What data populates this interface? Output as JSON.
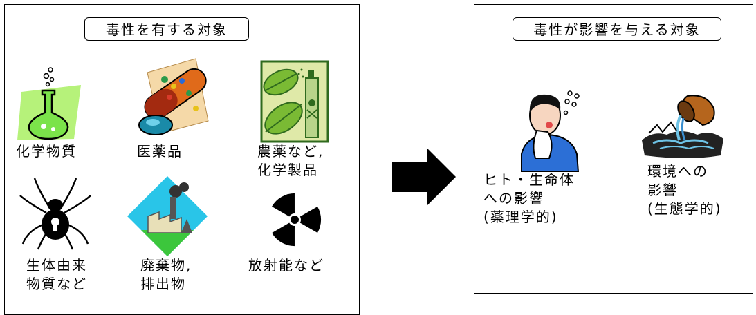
{
  "left_panel": {
    "title": "毒性を有する対象",
    "items": [
      {
        "label": "化学物質",
        "icon": "flask-icon"
      },
      {
        "label": "医薬品",
        "icon": "pills-icon"
      },
      {
        "label_line1": "農薬など,",
        "label_line2": "化学製品",
        "icon": "pesticide-spray-icon"
      },
      {
        "label_line1": "生体由来",
        "label_line2": "物質など",
        "icon": "spider-icon"
      },
      {
        "label_line1": "廃棄物,",
        "label_line2": "排出物",
        "icon": "factory-icon"
      },
      {
        "label": "放射能など",
        "icon": "radiation-icon"
      }
    ]
  },
  "arrow": {
    "icon": "right-arrow-icon"
  },
  "right_panel": {
    "title": "毒性が影響を与える対象",
    "items": [
      {
        "label_line1": "ヒト・生命体",
        "label_line2": "への影響",
        "label_line3": "(薬理学的)",
        "icon": "sick-person-icon"
      },
      {
        "label_line1": "環境への",
        "label_line2": "影響",
        "label_line3": "(生態学的)",
        "icon": "polluted-water-icon"
      }
    ]
  },
  "colors": {
    "flask_bg": "#b6f27a",
    "liquid": "#7be34a",
    "factory_sky": "#29c5e8",
    "factory_ground": "#3cc63c",
    "leaf_bg": "#dfe9a8",
    "sweater": "#2c6fd6"
  }
}
